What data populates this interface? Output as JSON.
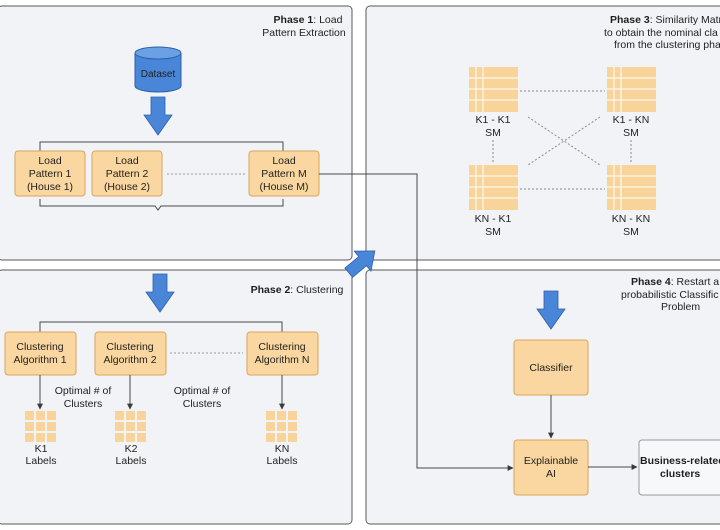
{
  "phases": {
    "p1": {
      "bold": "Phase 1",
      "rest": ": Load",
      "line2": "Pattern Extraction"
    },
    "p2": {
      "bold": "Phase 2",
      "rest": ": Clustering"
    },
    "p3": {
      "bold": "Phase 3",
      "rest": ": Similarity Matri",
      "line2": "to obtain the nominal cla",
      "line3": "from the clustering pha"
    },
    "p4": {
      "bold": "Phase 4",
      "rest": ": Restart a",
      "line2": "probabilistic Classific",
      "line3": "Problem"
    }
  },
  "dataset_label": "Dataset",
  "load_patterns": [
    {
      "l1": "Load",
      "l2": "Pattern 1",
      "l3": "(House 1)"
    },
    {
      "l1": "Load",
      "l2": "Pattern 2",
      "l3": "(House 2)"
    },
    {
      "l1": "Load",
      "l2": "Pattern M",
      "l3": "(House M)"
    }
  ],
  "clustering_algorithms": [
    {
      "l1": "Clustering",
      "l2": "Algorithm 1"
    },
    {
      "l1": "Clustering",
      "l2": "Algorithm 2"
    },
    {
      "l1": "Clustering",
      "l2": "Algorithm N"
    }
  ],
  "optimal_clusters": {
    "l1": "Optimal # of",
    "l2": "Clusters"
  },
  "cluster_labels": [
    {
      "l1": "K1",
      "l2": "Labels"
    },
    {
      "l1": "K2",
      "l2": "Labels"
    },
    {
      "l1": "KN",
      "l2": "Labels"
    }
  ],
  "similarity_matrices": [
    {
      "l1": "K1 - K1",
      "l2": "SM"
    },
    {
      "l1": "K1 - KN",
      "l2": "SM"
    },
    {
      "l1": "KN - K1",
      "l2": "SM"
    },
    {
      "l1": "KN - KN",
      "l2": "SM"
    }
  ],
  "classifier_label": "Classifier",
  "explainable_ai": {
    "l1": "Explainable",
    "l2": "AI"
  },
  "business_clusters": {
    "l1": "Business-related",
    "l2": "clusters"
  },
  "colors": {
    "panel_bg": "#f1f3f7",
    "panel_border": "#5a5a5a",
    "box_fill": "#fad7a0",
    "box_border": "#d9a55b",
    "grid_cell": "#f9d49a",
    "grid_line": "#ffffff",
    "arrow_blue": "#4a86d8",
    "line": "#4a4a4a"
  }
}
